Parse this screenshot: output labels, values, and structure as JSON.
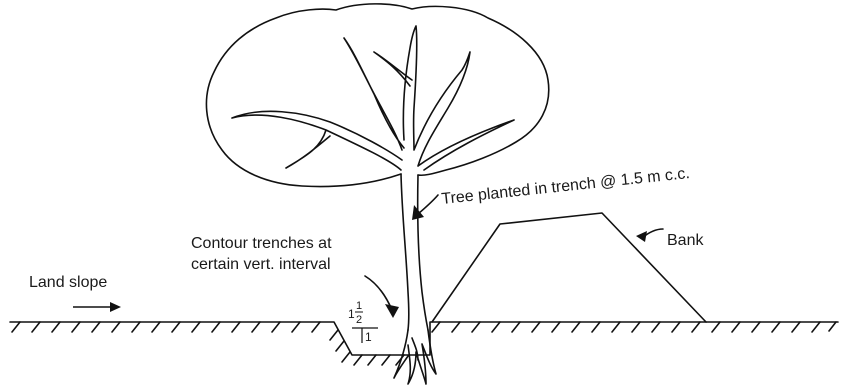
{
  "labels": {
    "tree": "Tree planted in trench @ 1.5 m c.c.",
    "bank": "Bank",
    "contour_line1": "Contour trenches at",
    "contour_line2": "certain vert. interval",
    "land_slope": "Land slope",
    "slope_whole": "1",
    "slope_num": "1",
    "slope_den": "2",
    "slope_run": "1"
  }
}
